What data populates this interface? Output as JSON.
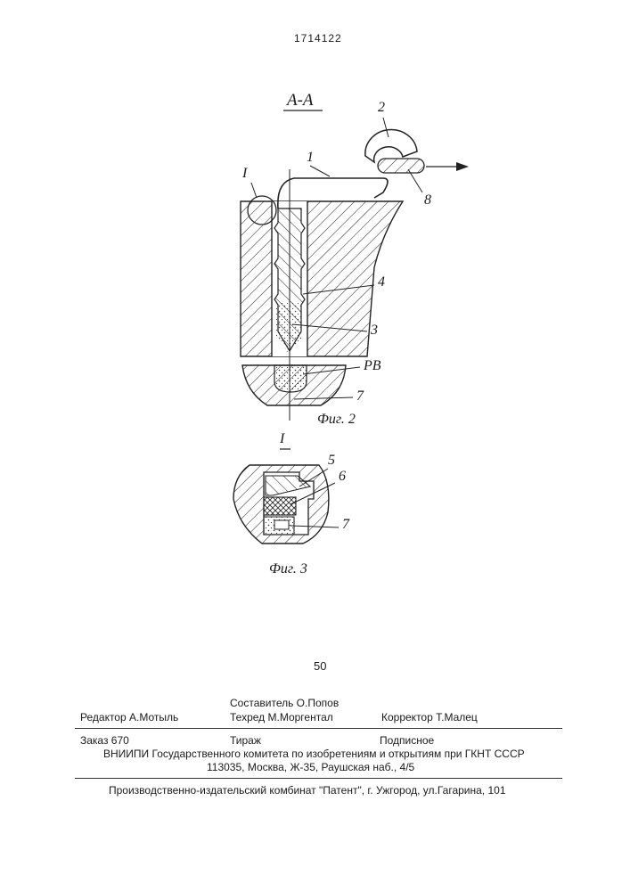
{
  "header": {
    "patent_number": "1714122"
  },
  "figure2": {
    "section_label": "A-A",
    "caption": "Фиг. 2",
    "callouts": [
      "1",
      "2",
      "8",
      "I",
      "4",
      "3",
      "РВ",
      "7"
    ]
  },
  "figure3": {
    "detail_label": "I",
    "caption": "Фиг. 3",
    "callouts": [
      "5",
      "6",
      "7"
    ]
  },
  "margin_number": "50",
  "imprint": {
    "compiler": "Составитель О.Попов",
    "editor": "Редактор  А.Мотыль",
    "techred": "Техред М.Моргентал",
    "corrector": "Корректор Т.Малец",
    "order": "Заказ 670",
    "circulation": "Тираж",
    "subscription": "Подписное",
    "institute": "ВНИИПИ Государственного комитета по изобретениям и открытиям при ГКНТ СССР",
    "address": "113035, Москва, Ж-35, Раушская наб., 4/5",
    "publisher": "Производственно-издательский комбинат \"Патент\", г. Ужгород, ул.Гагарина, 101"
  }
}
